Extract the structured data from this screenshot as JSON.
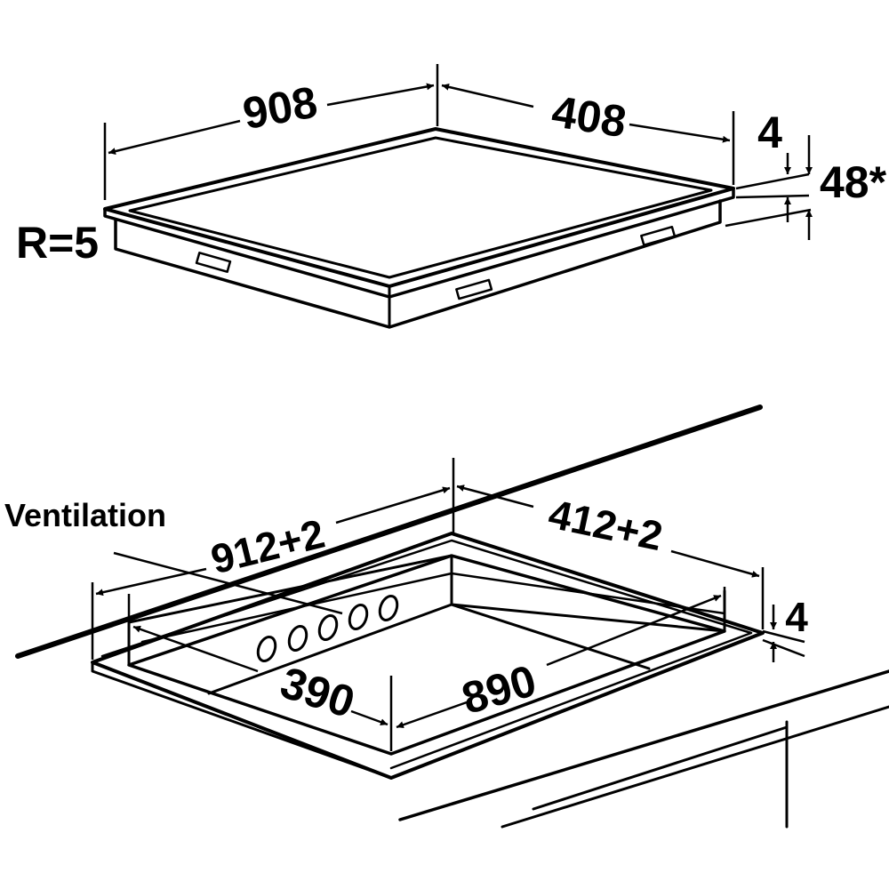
{
  "hob": {
    "width": "908",
    "depth": "408",
    "glass_thickness": "4",
    "total_height": "48*",
    "corner_radius": "R=5"
  },
  "cutout": {
    "width": "912+2",
    "depth": "412+2",
    "frame_thickness": "4",
    "inner_width": "890",
    "inner_depth": "390",
    "ventilation_label": "Ventilation"
  },
  "colors": {
    "line": "#000000",
    "background": "#ffffff"
  }
}
